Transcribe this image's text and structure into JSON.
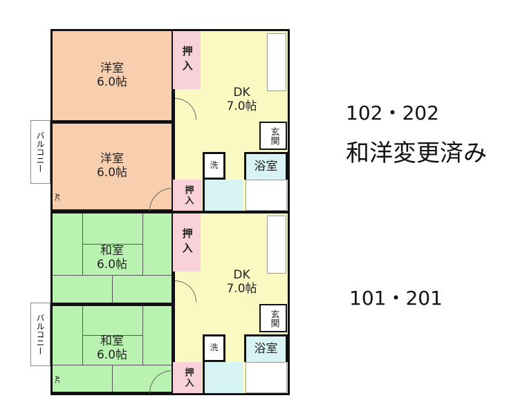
{
  "upper_unit": {
    "room1": {
      "name": "洋室",
      "size": "6.0帖"
    },
    "room2": {
      "name": "洋室",
      "size": "6.0帖"
    },
    "dk": {
      "name": "DK",
      "size": "7.0帖"
    },
    "closet_upper": "押入",
    "closet_lower": "押入",
    "entrance": "玄関",
    "bath": "浴室",
    "washer": "洗",
    "balcony": "バルコニー",
    "ac": "AC"
  },
  "lower_unit": {
    "room1": {
      "name": "和室",
      "size": "6.0帖"
    },
    "room2": {
      "name": "和室",
      "size": "6.0帖"
    },
    "dk": {
      "name": "DK",
      "size": "7.0帖"
    },
    "closet_upper": "押入",
    "closet_lower": "押入",
    "entrance": "玄関",
    "bath": "浴室",
    "washer": "洗",
    "balcony": "バルコニー",
    "ac": "AC"
  },
  "annotations": {
    "upper_units": "102・202",
    "upper_note": "和洋変更済み",
    "lower_units": "101・201"
  },
  "colors": {
    "western_room": "#f8cfae",
    "japanese_room": "#b9f2b1",
    "dk": "#fbf9c2",
    "closet": "#f8d2d8",
    "bath": "#d8f3f4"
  }
}
